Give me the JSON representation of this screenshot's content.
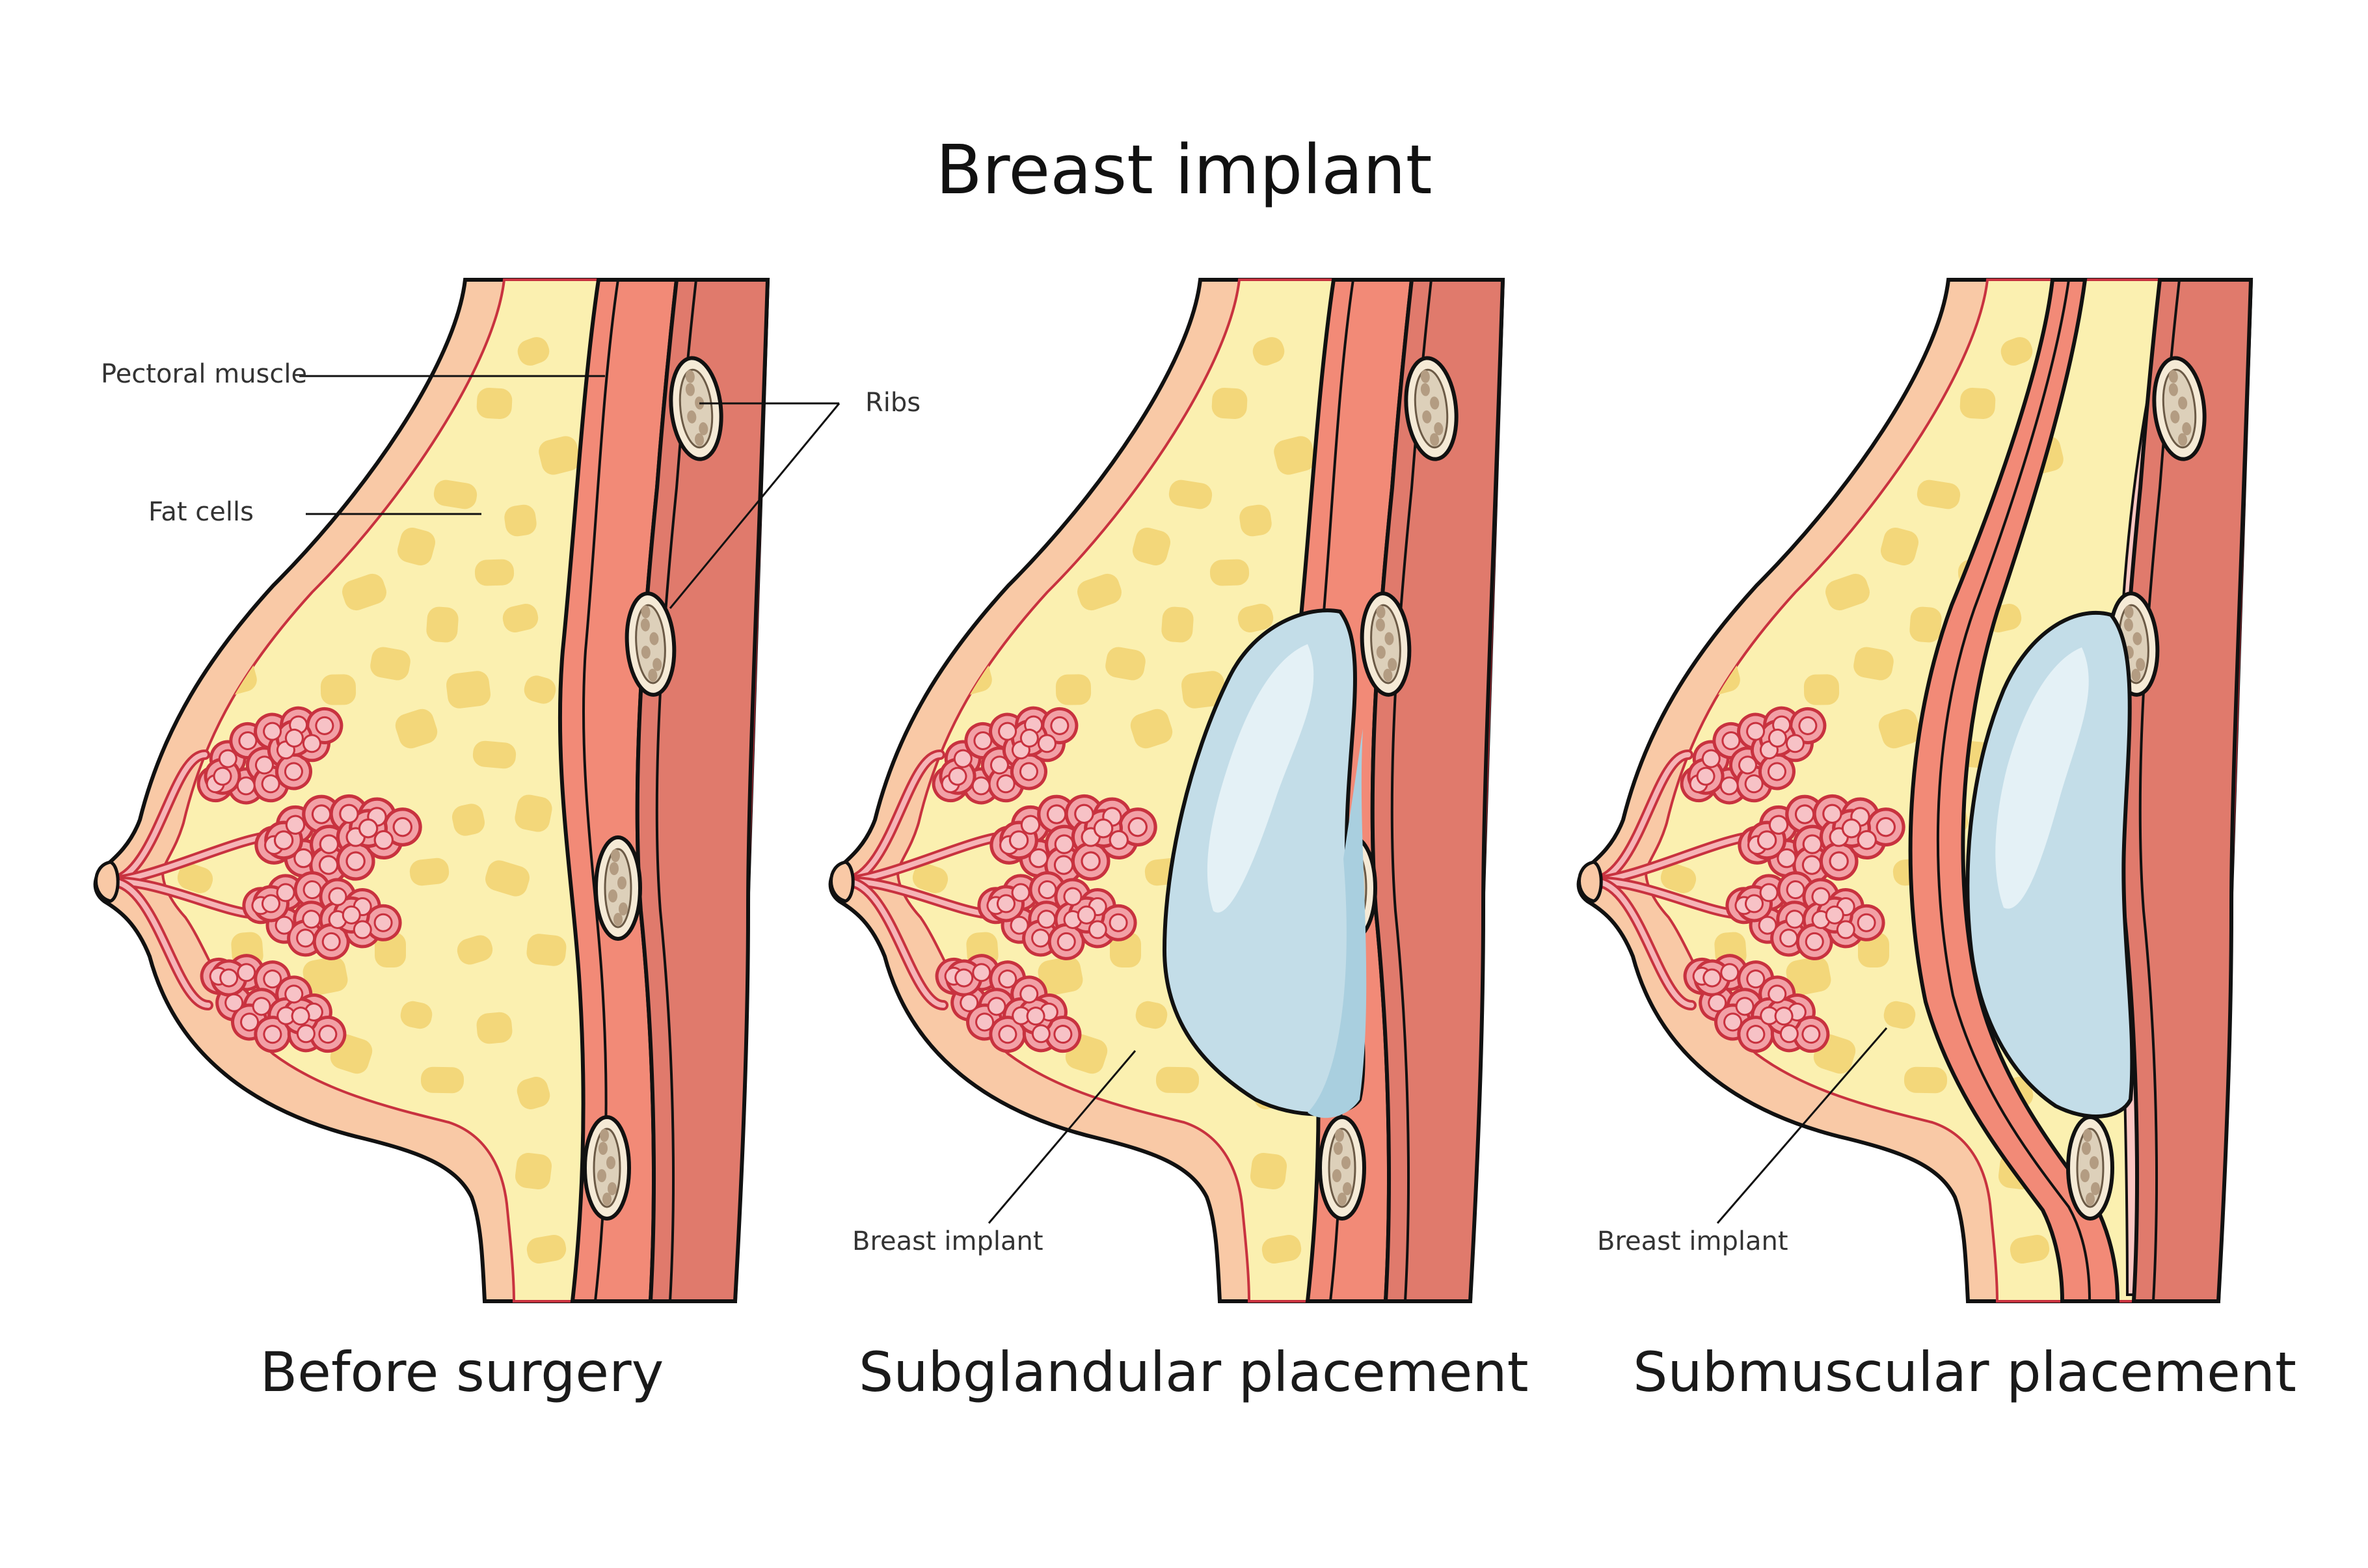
{
  "title": "Breast implant",
  "panels": [
    {
      "caption": "Before surgery"
    },
    {
      "caption": "Subglandular placement"
    },
    {
      "caption": "Submuscular placement"
    }
  ],
  "labels": {
    "pectoral_muscle": "Pectoral muscle",
    "fat_cells": "Fat cells",
    "ribs": "Ribs",
    "implant_subglandular": "Breast implant",
    "implant_submuscular": "Breast implant"
  },
  "colors": {
    "skin": "#f9c9a6",
    "fat": "#fbf0b0",
    "fat_cell": "#f3d77a",
    "muscle": "#f28a77",
    "rib_layer": "#e07a6c",
    "rib_bone": "#f5ead6",
    "gland": "#f2a0a6",
    "implant": "#c3dde8",
    "implant_highlight": "#e4f1f6",
    "pocket": "#fbc6c2",
    "outline": "#111111"
  }
}
